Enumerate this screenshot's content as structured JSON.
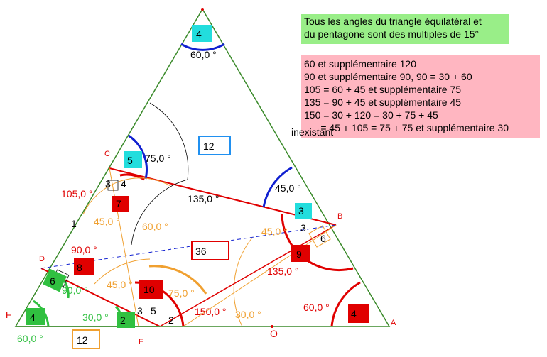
{
  "notes": {
    "green": [
      "Tous les angles du triangle équilatéral et",
      "du pentagone sont des multiples de 15°"
    ],
    "pink": [
      "60 et supplémentaire 120",
      "90 et supplémentaire 90, 90 = 30 + 60",
      "105 = 60 + 45 et supplémentaire 75",
      "135 = 90 + 45 et supplémentaire 45",
      "150 = 30 + 120 = 30 + 75 + 45",
      "      = 45 + 105 = 75 + 75 et supplémentaire 30"
    ],
    "inexistant": "inexistant"
  },
  "points": {
    "A": "A",
    "B": "B",
    "C": "C",
    "D": "D",
    "E": "E",
    "F": "F",
    "O": "O"
  },
  "angle_labels": {
    "top": "60,0 °",
    "c_upper": "75,0 °",
    "b_upper": "45,0 °",
    "center_135": "135,0 °",
    "c_left": "105,0 °",
    "c_lower": "45,0 °",
    "mid_60": "60,0 °",
    "b_left": "45,0 °",
    "d_upper": "90,0 °",
    "b_lower": "135,0 °",
    "bottom_a": "60,0 °",
    "d_lower": "90,0 °",
    "e_left": "45,0 °",
    "e_mid": "75,0 °",
    "e_150": "150,0 °",
    "e_30": "30,0 °",
    "f_30": "30,0 °",
    "f_60": "60,0 °"
  },
  "badges": {
    "cyan_4": "4",
    "cyan_5": "5",
    "cyan_3": "3",
    "red_7": "7",
    "red_9": "9",
    "red_8": "8",
    "red_10": "10",
    "red_4": "4",
    "green_6": "6",
    "green_4": "4",
    "green_2": "2",
    "box_12_top": "12",
    "box_36": "36",
    "box_12_bottom": "12"
  },
  "small_labels": {
    "c3": "3",
    "c4": "4",
    "one": "1",
    "b3": "3",
    "b6": "6",
    "e3": "3",
    "e5": "5",
    "e2": "2"
  },
  "colors": {
    "triangle": "#3a8a2a",
    "red": "#e00000",
    "blue": "#1020d0",
    "orange": "#f0a030",
    "green": "#30c040",
    "cyan": "#22dddd",
    "dark_red": "#b00000"
  }
}
